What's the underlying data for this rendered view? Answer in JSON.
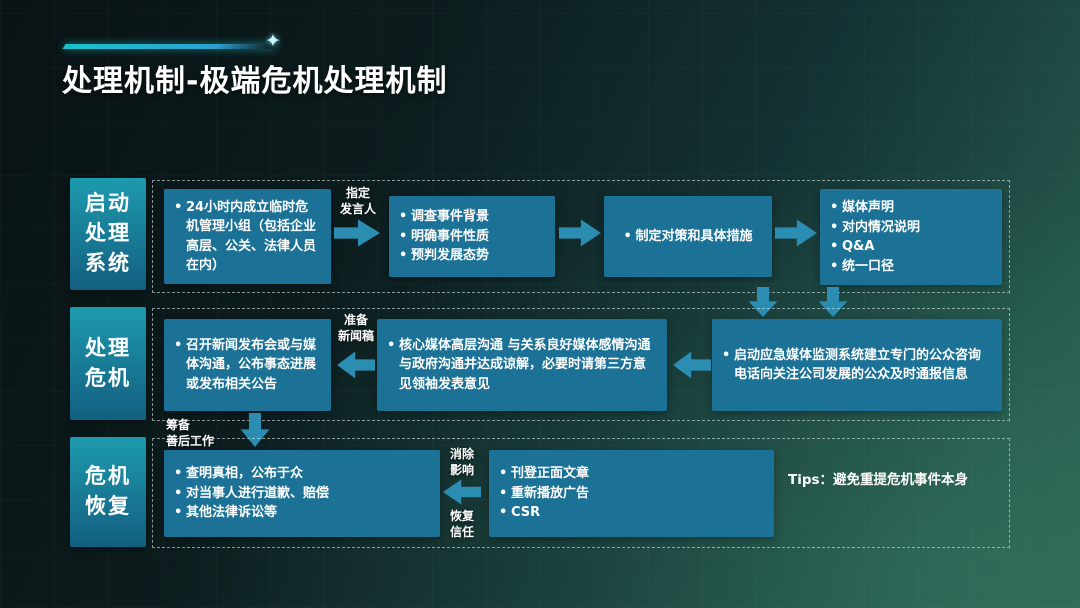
{
  "title": "处理机制-极端危机处理机制",
  "colors": {
    "accent": "#1ac3cd",
    "box_fill": "#1c7296",
    "arrow_fill": "#2a8db1",
    "label_fill_top": "#1e9aae",
    "label_fill_bottom": "#135f80",
    "text": "#ffffff"
  },
  "rows": {
    "start": {
      "label_lines": [
        "启动",
        "处理",
        "系统"
      ],
      "box_team": {
        "items": [
          "24小时内成立临时危机管理小组（包括企业高层、公关、法律人员在内）"
        ]
      },
      "arrow_spokesperson_lines": [
        "指定",
        "发言人"
      ],
      "box_investigate": {
        "items": [
          "调查事件背景",
          "明确事件性质",
          "预判发展态势"
        ]
      },
      "box_measures": {
        "items": [
          "制定对策和具体措施"
        ]
      },
      "box_statement": {
        "items": [
          "媒体声明",
          "对内情况说明",
          "Q&A",
          "统一口径"
        ]
      }
    },
    "handle": {
      "label_lines": [
        "处理",
        "危机"
      ],
      "box_monitor": {
        "items": [
          "启动应急媒体监测系统建立专门的公众咨询电话向关注公司发展的公众及时通报信息"
        ]
      },
      "box_communicate": {
        "items": [
          "核心媒体高层沟通 与关系良好媒体感情沟通 与政府沟通并达成谅解，必要时请第三方意见领袖发表意见"
        ]
      },
      "arrow_pressrelease_lines": [
        "准备",
        "新闻稿"
      ],
      "box_conference": {
        "items": [
          "召开新闻发布会或与媒体沟通，公布事态进展或发布相关公告"
        ]
      },
      "arrow_aftermath_lines": [
        "筹备",
        "善后工作"
      ]
    },
    "recover": {
      "label_lines": [
        "危机",
        "恢复"
      ],
      "box_truth": {
        "items": [
          "查明真相，公布于众",
          "对当事人进行道歉、赔偿",
          "其他法律诉讼等"
        ]
      },
      "arrow_eliminate_lines": [
        "消除",
        "影响"
      ],
      "arrow_trust_lines": [
        "恢复",
        "信任"
      ],
      "box_positive": {
        "items": [
          "刊登正面文章",
          "重新播放广告",
          "CSR"
        ]
      },
      "tips": "Tips：避免重提危机事件本身"
    }
  }
}
